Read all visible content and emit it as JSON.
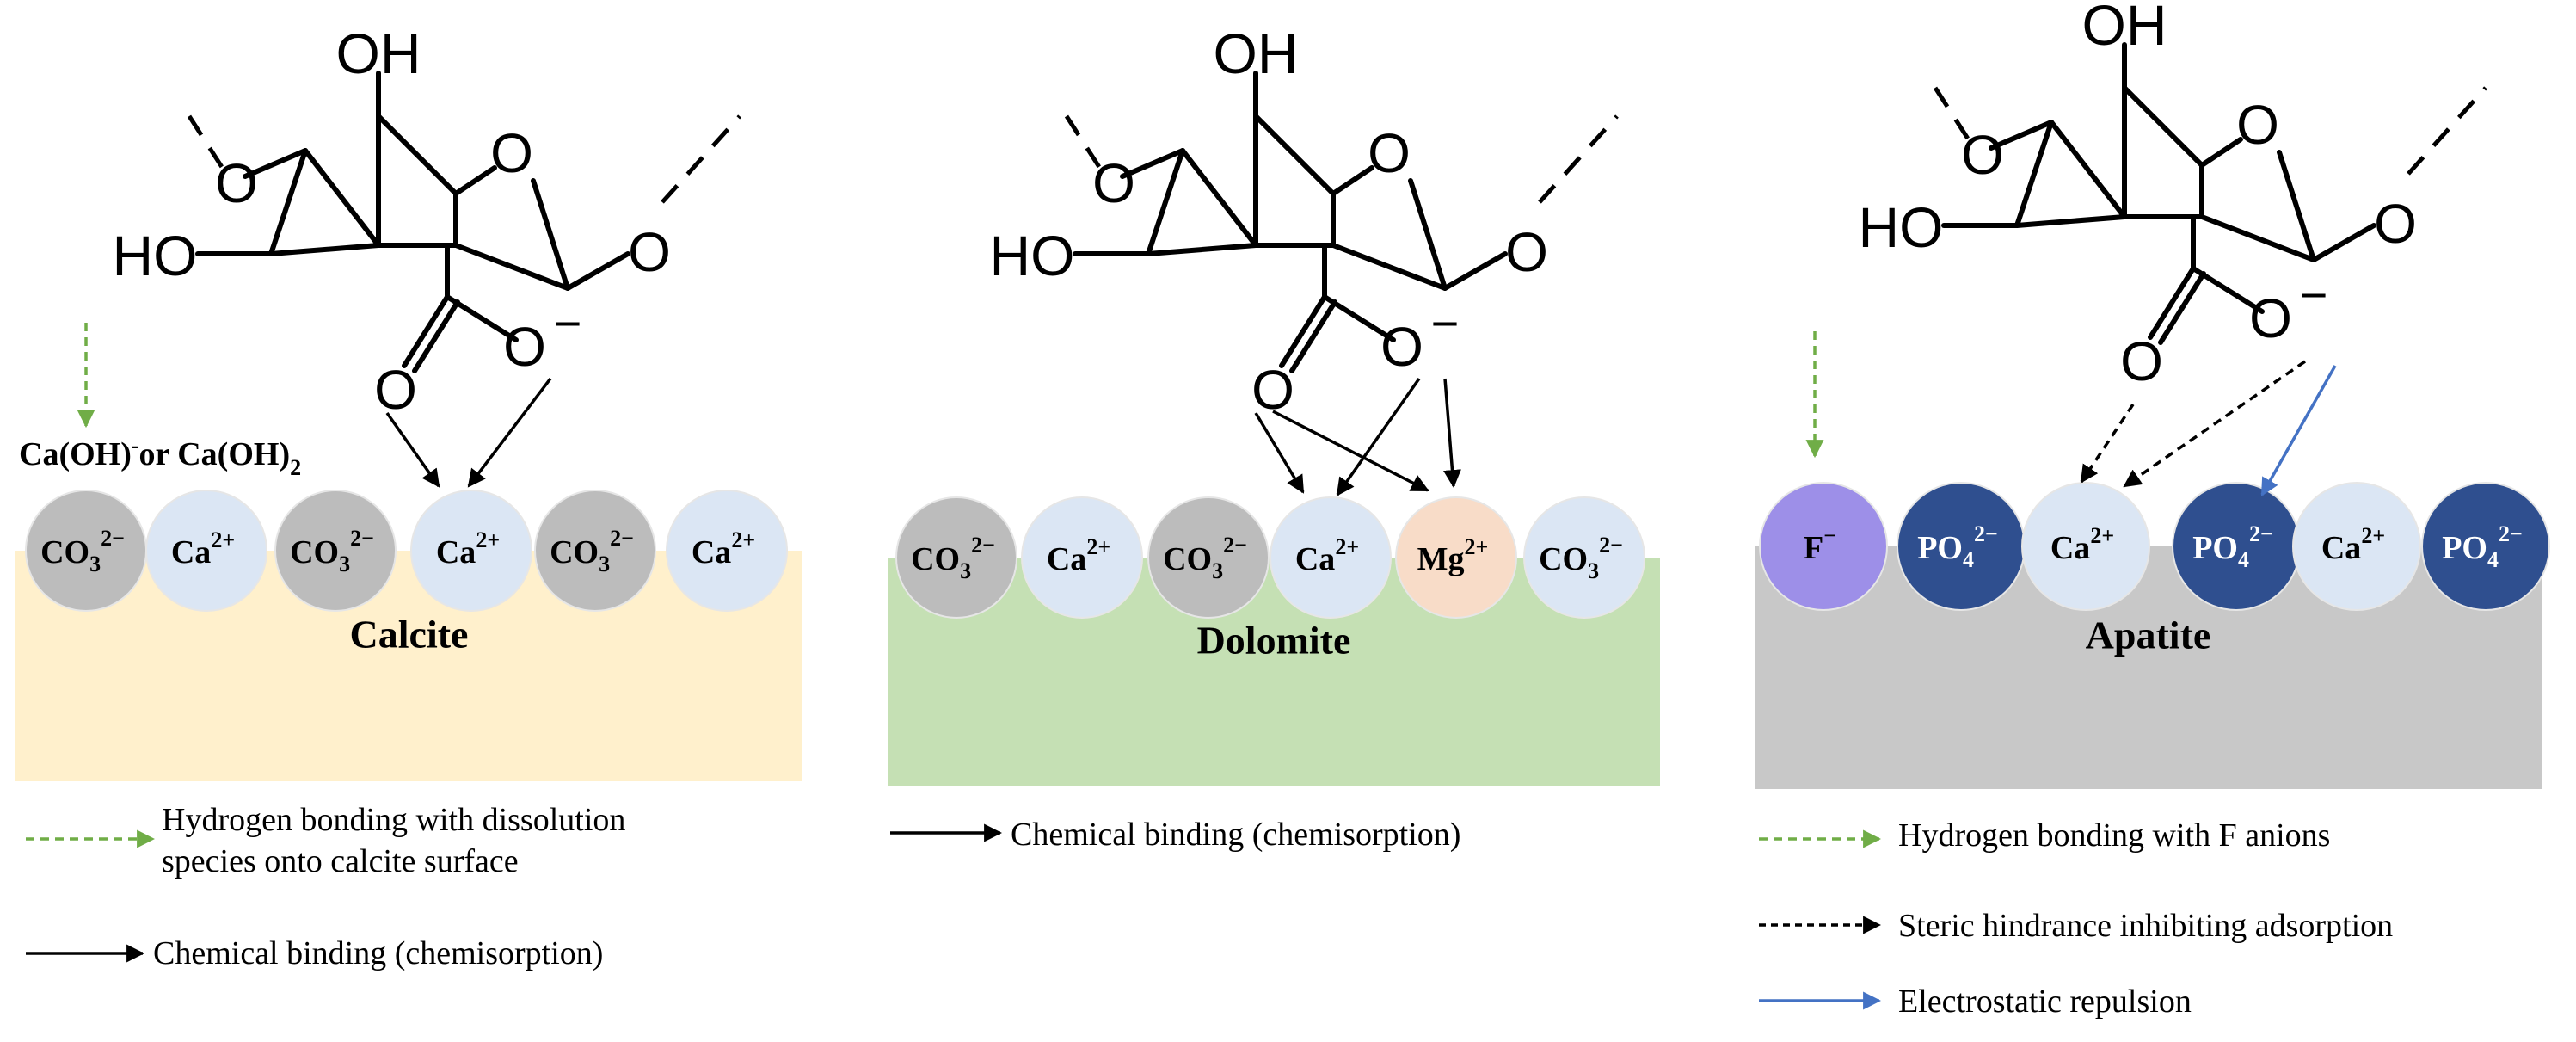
{
  "panels": [
    {
      "mineral": "Calcite",
      "surface_color": "#fff0cc",
      "ions": [
        {
          "base": "CO",
          "sub": "3",
          "sup": "2−",
          "fill": "#bcbcbc",
          "text_color": "#000000"
        },
        {
          "base": "Ca",
          "sub": "",
          "sup": "2+",
          "fill": "#dbe6f4",
          "text_color": "#000000"
        },
        {
          "base": "CO",
          "sub": "3",
          "sup": "2−",
          "fill": "#bcbcbc",
          "text_color": "#000000"
        },
        {
          "base": "Ca",
          "sub": "",
          "sup": "2+",
          "fill": "#dbe6f4",
          "text_color": "#000000"
        },
        {
          "base": "CO",
          "sub": "3",
          "sup": "2−",
          "fill": "#bcbcbc",
          "text_color": "#000000"
        },
        {
          "base": "Ca",
          "sub": "",
          "sup": "2+",
          "fill": "#dbe6f4",
          "text_color": "#000000"
        }
      ],
      "species_label": {
        "part1": "Ca(OH)",
        "sup1": "-",
        "part2": "or Ca(OH)",
        "sub2": "2"
      },
      "legend": [
        {
          "style": "hbond",
          "lines": [
            "Hydrogen bonding with dissolution",
            "species onto calcite surface"
          ]
        },
        {
          "style": "chem",
          "lines": [
            "Chemical binding (chemisorption)"
          ]
        }
      ]
    },
    {
      "mineral": "Dolomite",
      "surface_color": "#c5e0b4",
      "ions": [
        {
          "base": "CO",
          "sub": "3",
          "sup": "2−",
          "fill": "#bcbcbc",
          "text_color": "#000000"
        },
        {
          "base": "Ca",
          "sub": "",
          "sup": "2+",
          "fill": "#dbe6f4",
          "text_color": "#000000"
        },
        {
          "base": "CO",
          "sub": "3",
          "sup": "2−",
          "fill": "#bcbcbc",
          "text_color": "#000000"
        },
        {
          "base": "Ca",
          "sub": "",
          "sup": "2+",
          "fill": "#dbe6f4",
          "text_color": "#000000"
        },
        {
          "base": "Mg",
          "sub": "",
          "sup": "2+",
          "fill": "#f8dcc8",
          "text_color": "#000000"
        },
        {
          "base": "CO",
          "sub": "3",
          "sup": "2−",
          "fill": "#dbe6f4",
          "text_color": "#000000"
        }
      ],
      "legend": [
        {
          "style": "chem",
          "lines": [
            "Chemical binding (chemisorption)"
          ]
        }
      ]
    },
    {
      "mineral": "Apatite",
      "surface_color": "#c8c8c8",
      "ions": [
        {
          "base": "F",
          "sub": "",
          "sup": "−",
          "fill": "#9d8fe8",
          "text_color": "#000000"
        },
        {
          "base": "PO",
          "sub": "4",
          "sup": "2−",
          "fill": "#2f4f8f",
          "text_color": "#ffffff"
        },
        {
          "base": "Ca",
          "sub": "",
          "sup": "2+",
          "fill": "#dbe6f4",
          "text_color": "#000000"
        },
        {
          "base": "PO",
          "sub": "4",
          "sup": "2−",
          "fill": "#2f4f8f",
          "text_color": "#ffffff"
        },
        {
          "base": "Ca",
          "sub": "",
          "sup": "2+",
          "fill": "#dbe6f4",
          "text_color": "#000000"
        },
        {
          "base": "PO",
          "sub": "4",
          "sup": "2−",
          "fill": "#2f4f8f",
          "text_color": "#ffffff"
        }
      ],
      "legend": [
        {
          "style": "hbond",
          "lines": [
            "Hydrogen bonding with F anions"
          ]
        },
        {
          "style": "steric",
          "lines": [
            "Steric hindrance inhibiting adsorption"
          ]
        },
        {
          "style": "repulsion",
          "lines": [
            "Electrostatic repulsion"
          ]
        }
      ]
    }
  ],
  "molecule": {
    "hydroxyl_top": "OH",
    "hydroxyl_left": "HO",
    "ring_oxygen": "O",
    "carbonyl_oxygen": "O",
    "carboxylate_oxygen": "O",
    "charge": "−"
  },
  "colors": {
    "hbond_arrow": "#70ad47",
    "chem_arrow": "#000000",
    "steric_arrow": "#000000",
    "repulsion_arrow": "#4472c4"
  }
}
